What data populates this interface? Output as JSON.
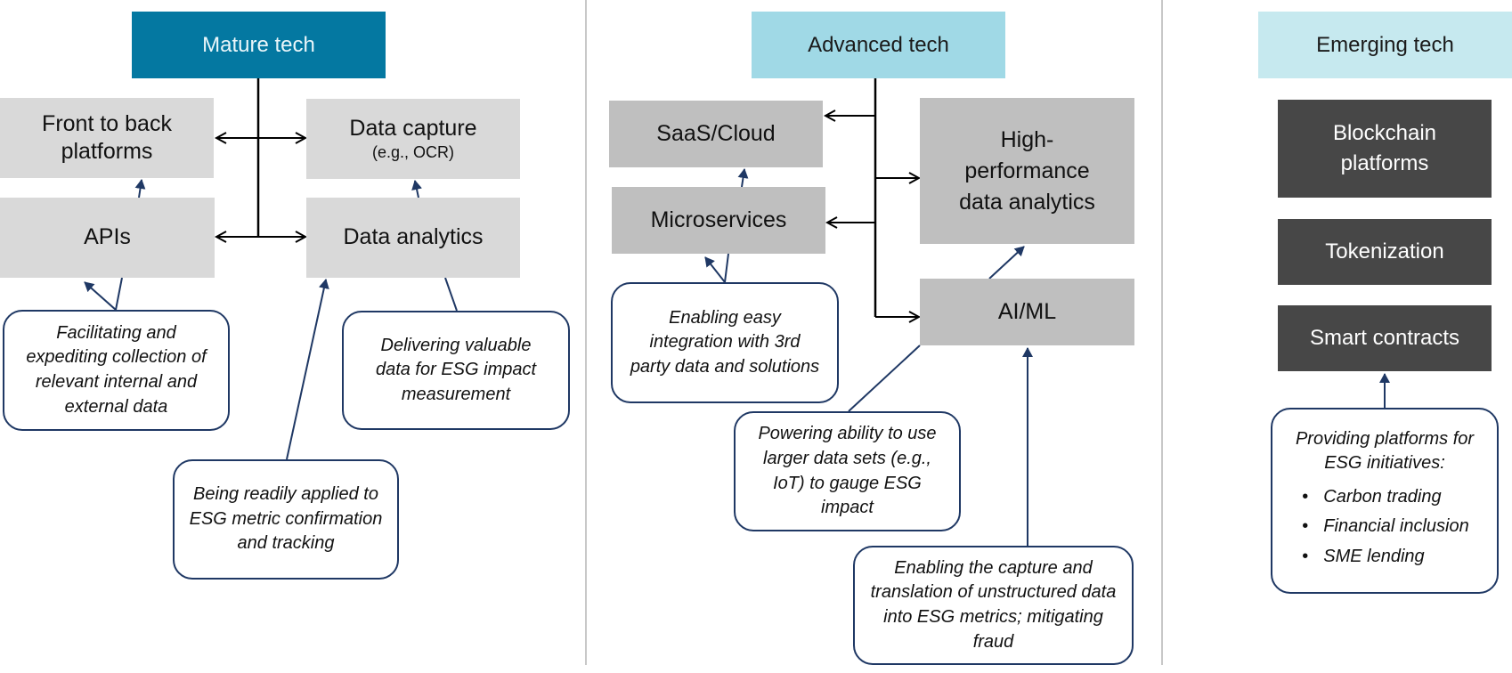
{
  "columns": {
    "mature": {
      "header": "Mature tech",
      "nodes": {
        "front_to_back": "Front to back platforms",
        "data_capture": "Data capture",
        "data_capture_sub": "(e.g., OCR)",
        "apis": "APIs",
        "data_analytics": "Data analytics"
      },
      "callouts": {
        "apis_note": "Facilitating and expediting collection of relevant internal and external data",
        "analytics_note": "Being readily applied to ESG metric confirmation and tracking",
        "capture_note": "Delivering valuable data for ESG impact measurement"
      }
    },
    "advanced": {
      "header": "Advanced tech",
      "nodes": {
        "saas": "SaaS/Cloud",
        "microservices": "Microservices",
        "hpda": "High-performance data analytics",
        "aiml": "AI/ML"
      },
      "callouts": {
        "microservices_note": "Enabling easy integration with 3rd party data and solutions",
        "hpda_note": "Powering ability to use larger data sets (e.g., IoT) to gauge ESG impact",
        "aiml_note": "Enabling the capture and translation of unstructured data into ESG metrics; mitigating fraud"
      }
    },
    "emerging": {
      "header": "Emerging tech",
      "nodes": {
        "blockchain": "Blockchain platforms",
        "tokenization": "Tokenization",
        "smart_contracts": "Smart contracts"
      },
      "callouts": {
        "platforms_intro": "Providing platforms for ESG initiatives:",
        "platforms_items": [
          "Carbon trading",
          "Financial inclusion",
          "SME lending"
        ]
      }
    }
  },
  "colors": {
    "mature_header": "#0478A1",
    "advanced_header": "#A0D9E6",
    "emerging_header": "#C6E9EF",
    "node_light": "#D9D9D9",
    "node_mid": "#BFBFBF",
    "node_dark": "#474747",
    "callout_border": "#1F3864",
    "connector_black": "#000000",
    "connector_navy": "#1F3864"
  }
}
